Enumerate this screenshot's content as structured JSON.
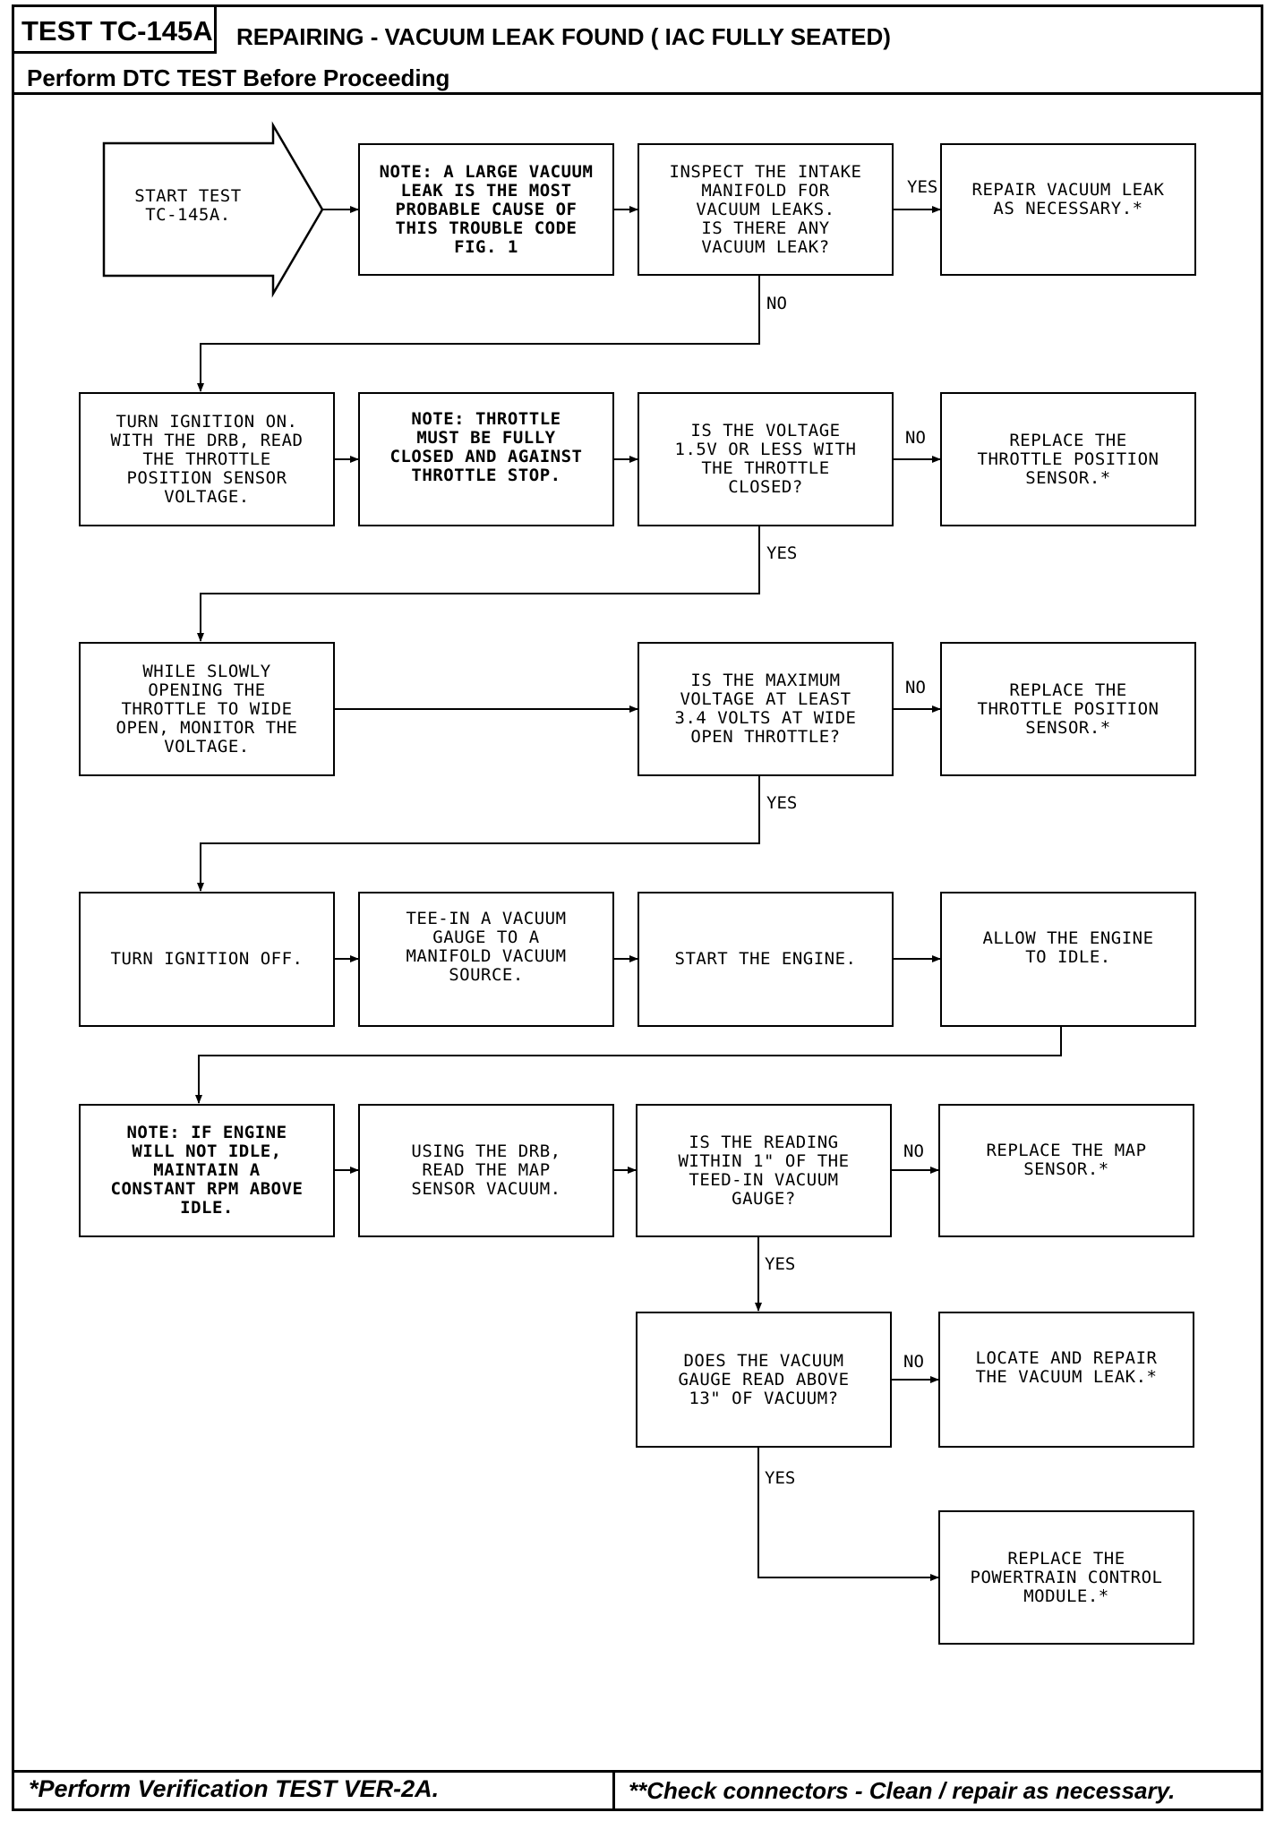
{
  "header": {
    "test_id": "TEST TC-145A",
    "title": "REPAIRING - VACUUM LEAK FOUND ( IAC FULLY SEATED)",
    "subtitle": "Perform DTC TEST Before Proceeding"
  },
  "flow": {
    "start": "START TEST\nTC-145A.",
    "note_large_leak": "NOTE: A LARGE VACUUM\nLEAK IS THE MOST\nPROBABLE CAUSE OF\nTHIS TROUBLE CODE\nFIG. 1",
    "inspect_manifold": "INSPECT THE INTAKE\nMANIFOLD FOR\nVACUUM LEAKS.\nIS THERE ANY\nVACUUM LEAK?",
    "repair_leak": "REPAIR VACUUM LEAK\nAS NECESSARY.*",
    "turn_ignition_on": "TURN IGNITION ON.\nWITH THE DRB, READ\nTHE THROTTLE\nPOSITION SENSOR\nVOLTAGE.",
    "note_throttle": "NOTE: THROTTLE\nMUST BE FULLY\nCLOSED AND AGAINST\nTHROTTLE STOP.",
    "voltage_check": "IS THE VOLTAGE\n1.5V OR LESS WITH\nTHE THROTTLE\nCLOSED?",
    "replace_tps_1": "REPLACE THE\nTHROTTLE POSITION\nSENSOR.*",
    "slowly_opening": "WHILE SLOWLY\nOPENING THE\nTHROTTLE TO WIDE\nOPEN, MONITOR THE\nVOLTAGE.",
    "max_voltage": "IS THE MAXIMUM\nVOLTAGE AT LEAST\n3.4 VOLTS AT WIDE\nOPEN THROTTLE?",
    "replace_tps_2": "REPLACE THE\nTHROTTLE POSITION\nSENSOR.*",
    "ignition_off": "TURN IGNITION OFF.",
    "tee_in": "TEE-IN A VACUUM\nGAUGE TO A\nMANIFOLD VACUUM\nSOURCE.",
    "start_engine": "START THE ENGINE.",
    "allow_idle": "ALLOW THE ENGINE\nTO IDLE.",
    "note_idle": "NOTE: IF ENGINE\nWILL NOT IDLE,\nMAINTAIN A\nCONSTANT RPM ABOVE\nIDLE.",
    "read_map": "USING THE DRB,\nREAD THE MAP\nSENSOR VACUUM.",
    "reading_within": "IS THE READING\nWITHIN 1\" OF THE\nTEED-IN VACUUM\nGAUGE?",
    "replace_map": "REPLACE THE MAP\nSENSOR.*",
    "gauge_above": "DOES THE VACUUM\nGAUGE READ ABOVE\n13\" OF VACUUM?",
    "locate_repair": "LOCATE AND REPAIR\nTHE VACUUM LEAK.*",
    "replace_pcm": "REPLACE THE\nPOWERTRAIN CONTROL\nMODULE.*"
  },
  "labels": {
    "yes": "YES",
    "no": "NO"
  },
  "footer": {
    "left": "*Perform Verification TEST VER-2A.",
    "right": "**Check connectors - Clean / repair as necessary."
  }
}
